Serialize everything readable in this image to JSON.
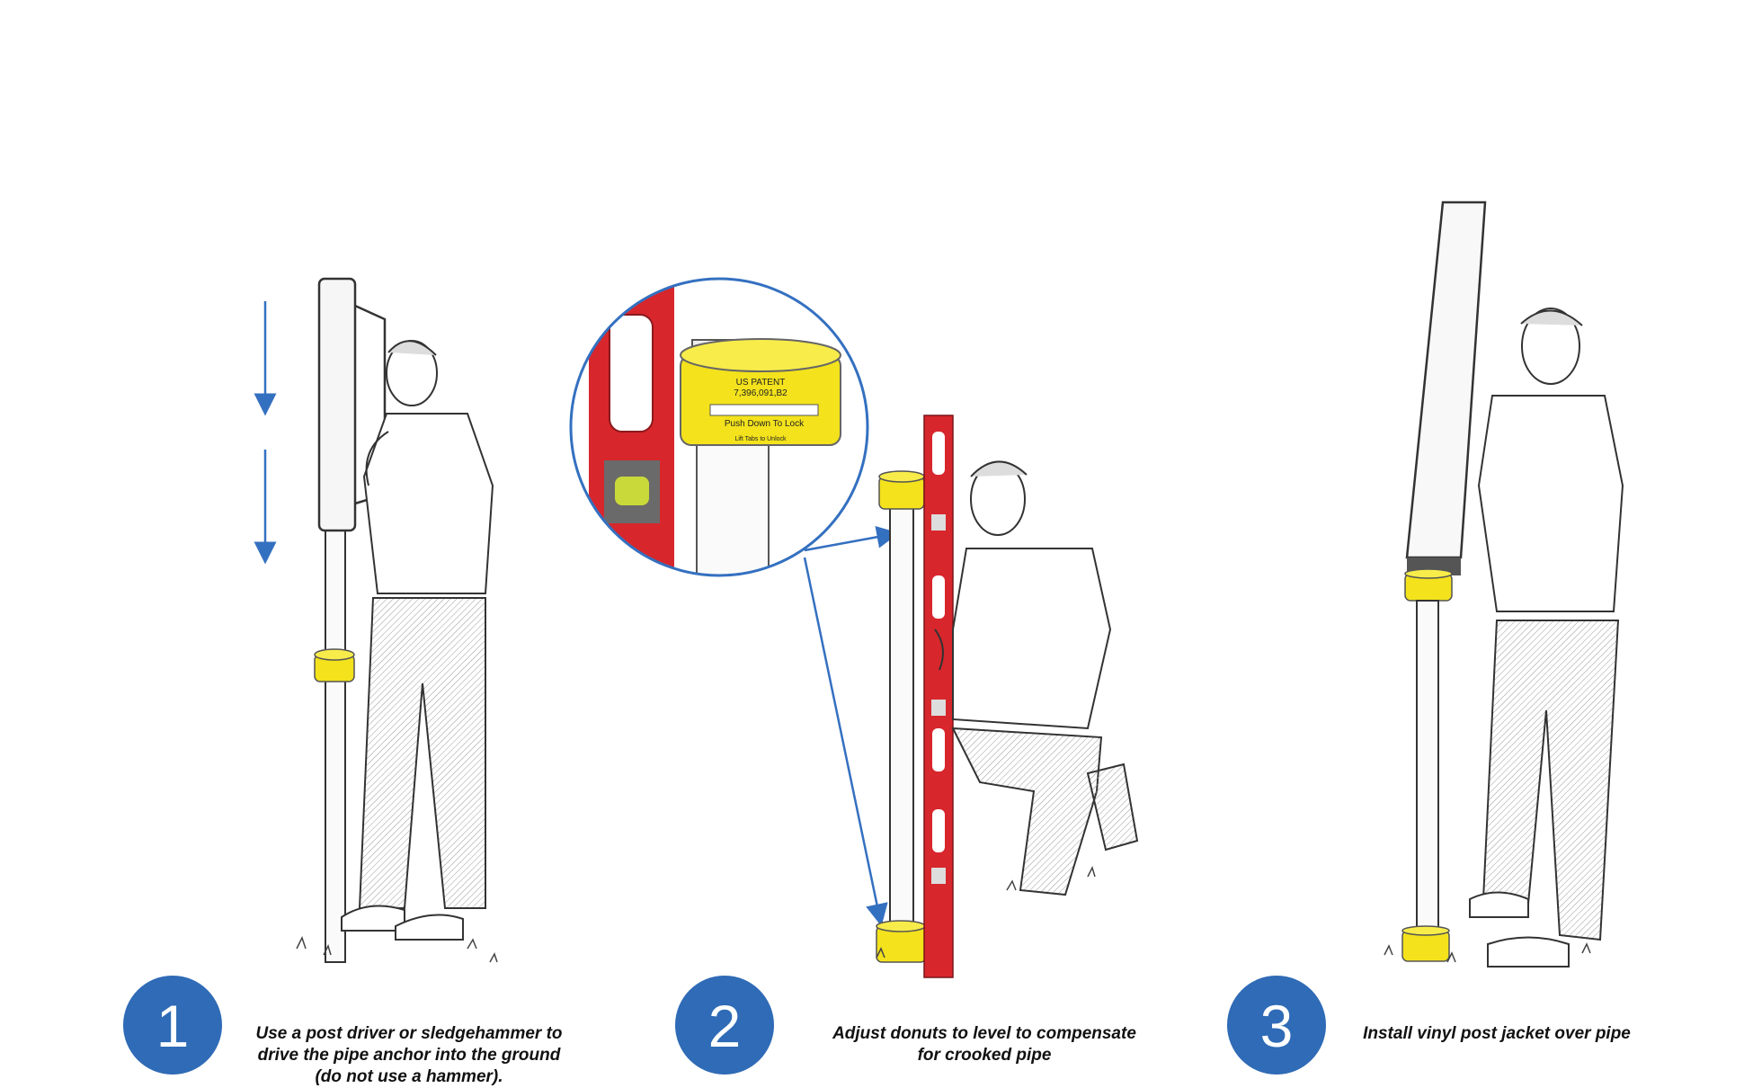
{
  "steps": [
    {
      "number": "1",
      "caption": [
        "Use a post driver or sledgehammer to",
        "drive the pipe anchor into the ground",
        "(do not use a hammer)."
      ]
    },
    {
      "number": "2",
      "caption": [
        "Adjust donuts to level to compensate",
        "for crooked pipe"
      ]
    },
    {
      "number": "3",
      "caption": [
        "Install vinyl post jacket over pipe"
      ]
    }
  ],
  "inset": {
    "patent_label": "US PATENT",
    "patent_number": "7,396,091,B2",
    "lock_label": "Push Down To Lock",
    "unlock_label": "Lift Tabs to Unlock"
  },
  "colors": {
    "circle_blue": "#2f6bb6",
    "arrow_blue": "#3470c0",
    "donut_yellow": "#f3e21c",
    "level_red": "#d7262c"
  },
  "icons": [
    "down-arrow-icon",
    "callout-arrow-icon"
  ]
}
